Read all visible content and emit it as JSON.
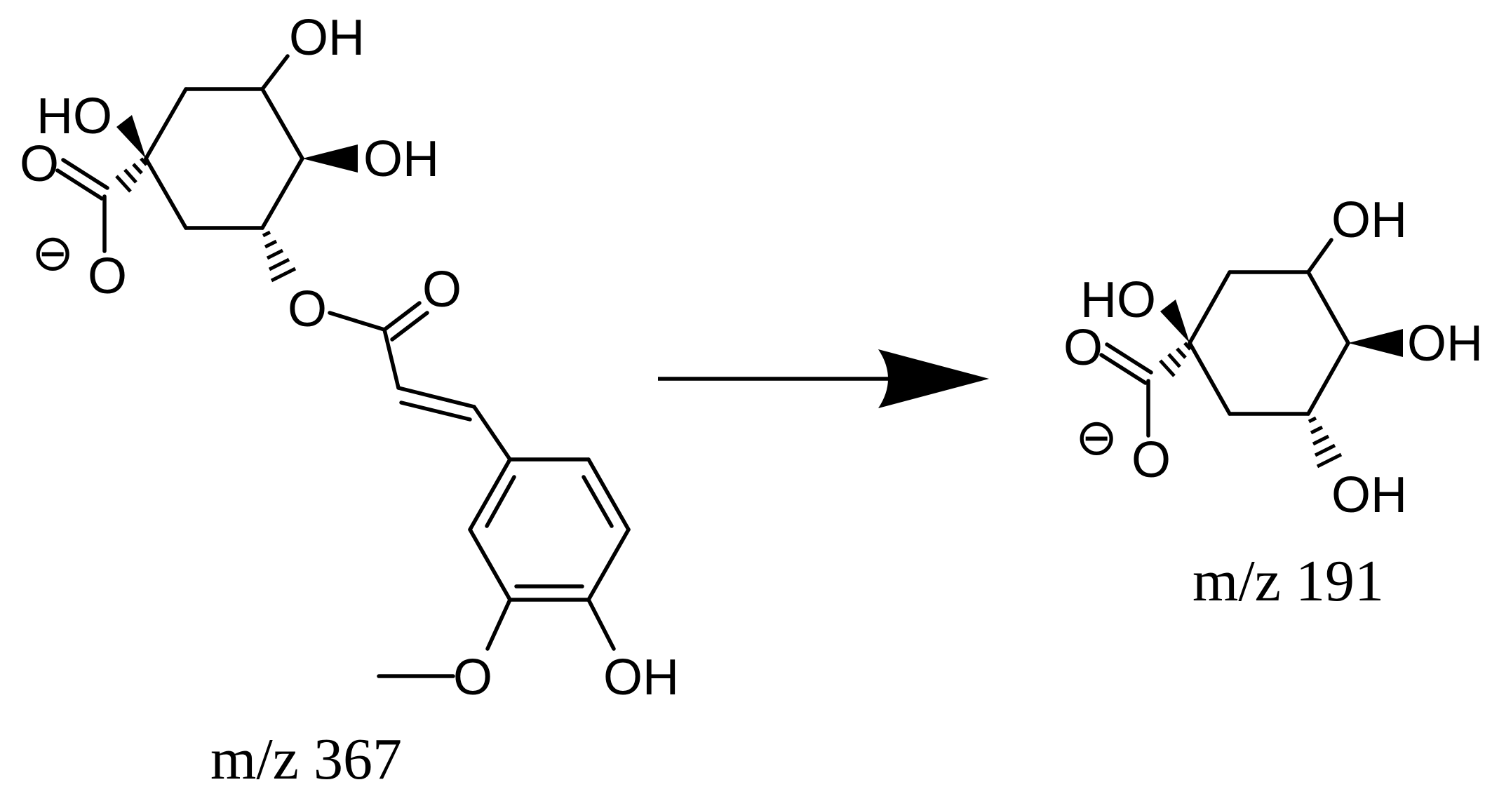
{
  "reactant": {
    "caption": "m/z 367",
    "labels": {
      "oh_top": "OH",
      "ho_left": "HO",
      "oh_right": "OH",
      "carbonyl_o": "O",
      "minus": "⊖",
      "carboxylate_o": "O",
      "ester_o": "O",
      "ester_carbonyl_o": "O",
      "methoxy_o": "O",
      "phenol_oh": "OH"
    }
  },
  "arrow": {
    "direction": "right"
  },
  "product": {
    "caption": "m/z 191",
    "labels": {
      "oh_top": "OH",
      "ho_left": "HO",
      "oh_right": "OH",
      "carbonyl_o": "O",
      "minus": "⊖",
      "carboxylate_o": "O",
      "oh_bottom": "OH"
    }
  }
}
